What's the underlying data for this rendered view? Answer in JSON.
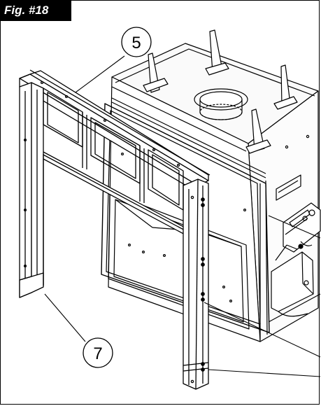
{
  "figure": {
    "label": "Fig. #18"
  },
  "callouts": [
    {
      "id": "5",
      "text": "5"
    },
    {
      "id": "7",
      "text": "7"
    }
  ]
}
